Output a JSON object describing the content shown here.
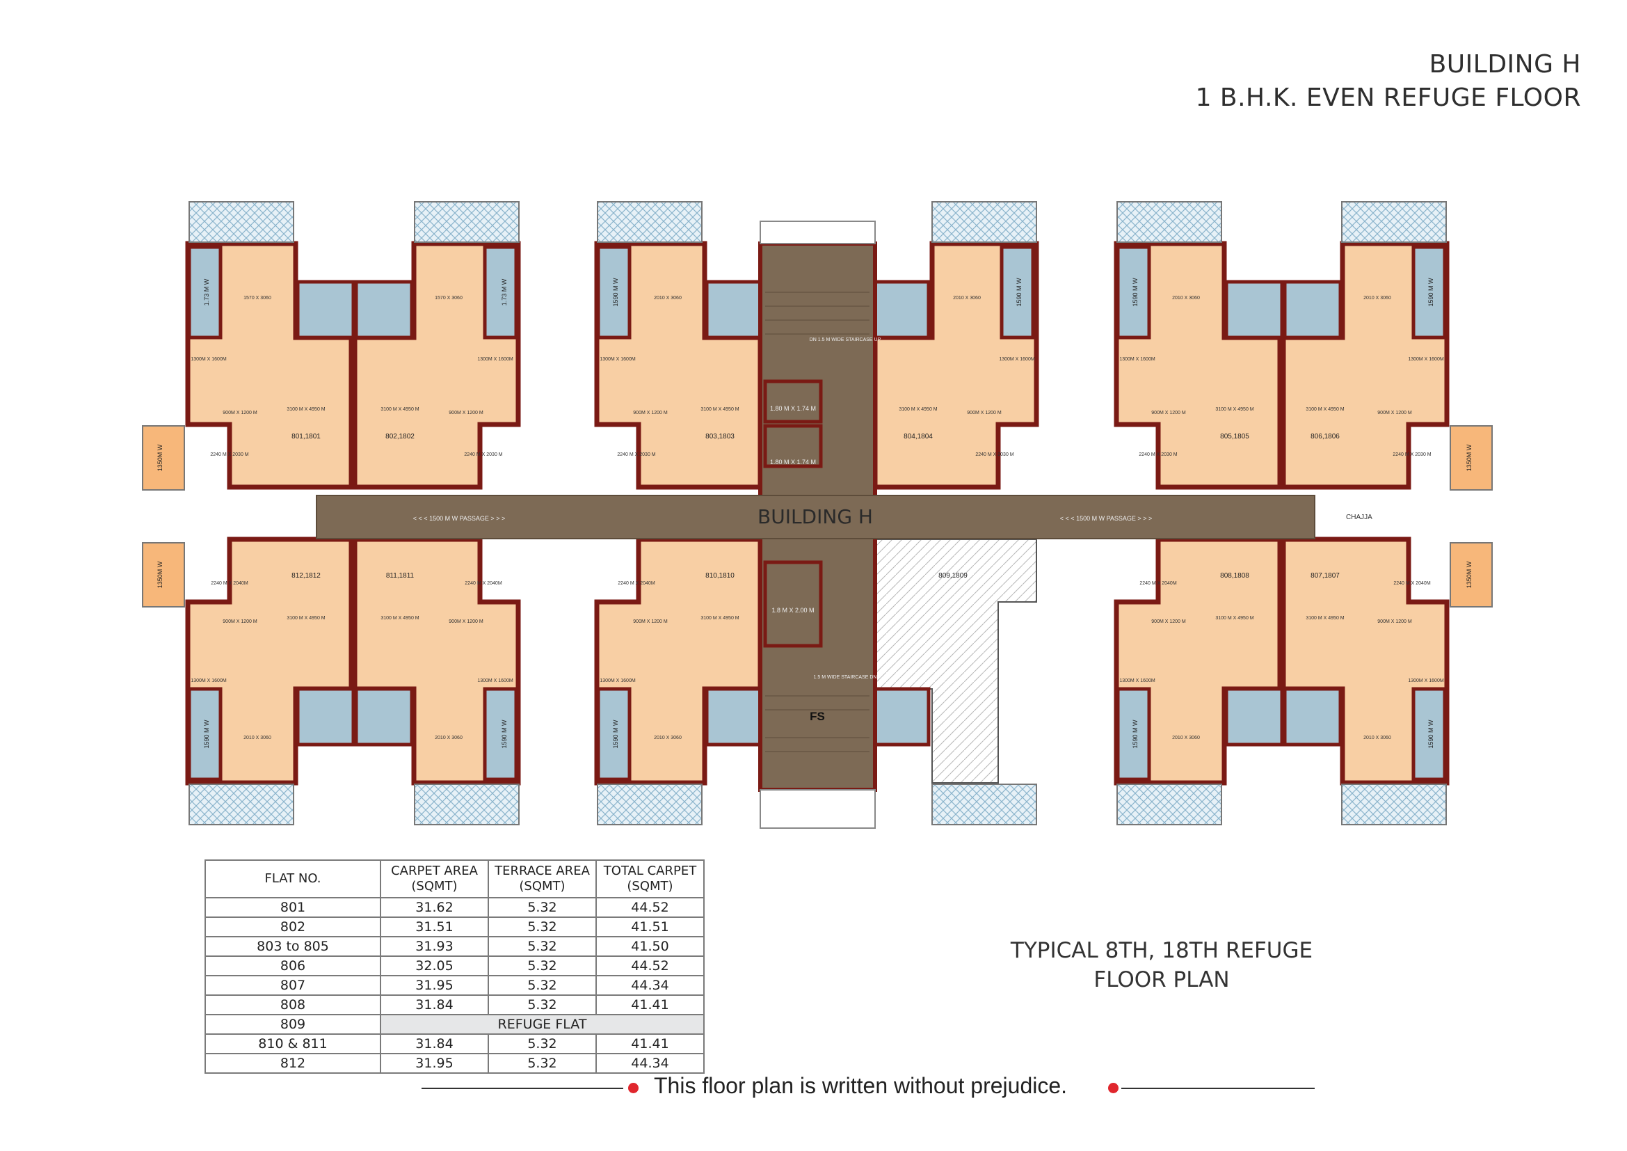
{
  "header": {
    "building": "BUILDING H",
    "floor": "1 B.H.K. EVEN REFUGE FLOOR"
  },
  "plan": {
    "center_label": "BUILDING H",
    "passage_left": "< < < 1500 M W PASSAGE > > >",
    "passage_right": "< < < 1500 M W PASSAGE > > >",
    "chajja": "CHAJJA",
    "fs": "FS",
    "lift1": "1.80 M X 1.74 M",
    "lift2": "1.80 M X 1.74 M",
    "lift3": "1.8 M X 2.00 M",
    "stair_top": "DN 1.5 M WIDE STAIRCASE UP",
    "stair_bottom": "1.5 M WIDE STAIRCASE DN",
    "flats": {
      "f801": "801,1801",
      "f802": "802,1802",
      "f803": "803,1803",
      "f804": "804,1804",
      "f805": "805,1805",
      "f806": "806,1806",
      "f807": "807,1807",
      "f808": "808,1808",
      "f809": "809,1809",
      "f810": "810,1810",
      "f811": "811,1811",
      "f812": "812,1812"
    },
    "dims": {
      "living": "3100 M X 4950 M",
      "kitchen": "2240 M X 2030 M",
      "kitchen2": "2240 M X 2040M",
      "bed1": "1570 X 3060",
      "bed2": "2010 X 3060",
      "wc": "900M X 1200 M",
      "bath": "1300M X 1600M",
      "bal1": "1.73 M W",
      "bal2": "1590 M W",
      "side": "1350M W"
    }
  },
  "table": {
    "headers": [
      "FLAT NO.",
      "CARPET AREA (SQMT)",
      "TERRACE AREA (SQMT)",
      "TOTAL CARPET (SQMT)"
    ],
    "rows": [
      [
        "801",
        "31.62",
        "5.32",
        "44.52"
      ],
      [
        "802",
        "31.51",
        "5.32",
        "41.51"
      ],
      [
        "803 to 805",
        "31.93",
        "5.32",
        "41.50"
      ],
      [
        "806",
        "32.05",
        "5.32",
        "44.52"
      ],
      [
        "807",
        "31.95",
        "5.32",
        "44.34"
      ],
      [
        "808",
        "31.84",
        "5.32",
        "41.41"
      ],
      [
        "809",
        "REFUGE FLAT"
      ],
      [
        "810 & 811",
        "31.84",
        "5.32",
        "41.41"
      ],
      [
        "812",
        "31.95",
        "5.32",
        "44.34"
      ]
    ]
  },
  "subtitle": {
    "line1": "TYPICAL 8TH, 18TH REFUGE",
    "line2": "FLOOR PLAN"
  },
  "disclaimer": "This floor plan is written without prejudice.",
  "colors": {
    "wall": "#7a1a14",
    "room": "#f8cfa4",
    "bath": "#a9c5d3",
    "core": "#7d6a55",
    "side_balcony": "#f7b77a",
    "accent": "#e0262d"
  }
}
